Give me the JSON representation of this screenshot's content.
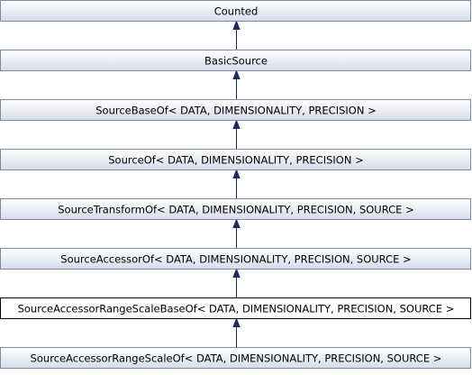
{
  "diagram": {
    "type": "inheritance",
    "nodes": [
      {
        "id": "counted",
        "label": "Counted",
        "current": false
      },
      {
        "id": "basic-source",
        "label": "BasicSource",
        "current": false
      },
      {
        "id": "source-base-of",
        "label": "SourceBaseOf< DATA, DIMENSIONALITY, PRECISION >",
        "current": false
      },
      {
        "id": "source-of",
        "label": "SourceOf< DATA, DIMENSIONALITY, PRECISION >",
        "current": false
      },
      {
        "id": "source-transform-of",
        "label": "SourceTransformOf< DATA, DIMENSIONALITY, PRECISION, SOURCE >",
        "current": false
      },
      {
        "id": "source-accessor-of",
        "label": "SourceAccessorOf< DATA, DIMENSIONALITY, PRECISION, SOURCE >",
        "current": false
      },
      {
        "id": "source-accessor-range-scale-base-of",
        "label": "SourceAccessorRangeScaleBaseOf< DATA, DIMENSIONALITY, PRECISION, SOURCE >",
        "current": true
      },
      {
        "id": "source-accessor-range-scale-of",
        "label": "SourceAccessorRangeScaleOf< DATA, DIMENSIONALITY, PRECISION, SOURCE >",
        "current": false
      }
    ],
    "edges": [
      {
        "from": "basic-source",
        "to": "counted"
      },
      {
        "from": "source-base-of",
        "to": "basic-source"
      },
      {
        "from": "source-of",
        "to": "source-base-of"
      },
      {
        "from": "source-transform-of",
        "to": "source-of"
      },
      {
        "from": "source-accessor-of",
        "to": "source-transform-of"
      },
      {
        "from": "source-accessor-range-scale-base-of",
        "to": "source-accessor-of"
      },
      {
        "from": "source-accessor-range-scale-of",
        "to": "source-accessor-range-scale-base-of"
      }
    ],
    "colors": {
      "node_fill_top": "#ffffff",
      "node_fill_bottom": "#d6dcea",
      "node_border": "#7b88a6",
      "current_border": "#000000",
      "edge": "#1e2a60"
    }
  }
}
